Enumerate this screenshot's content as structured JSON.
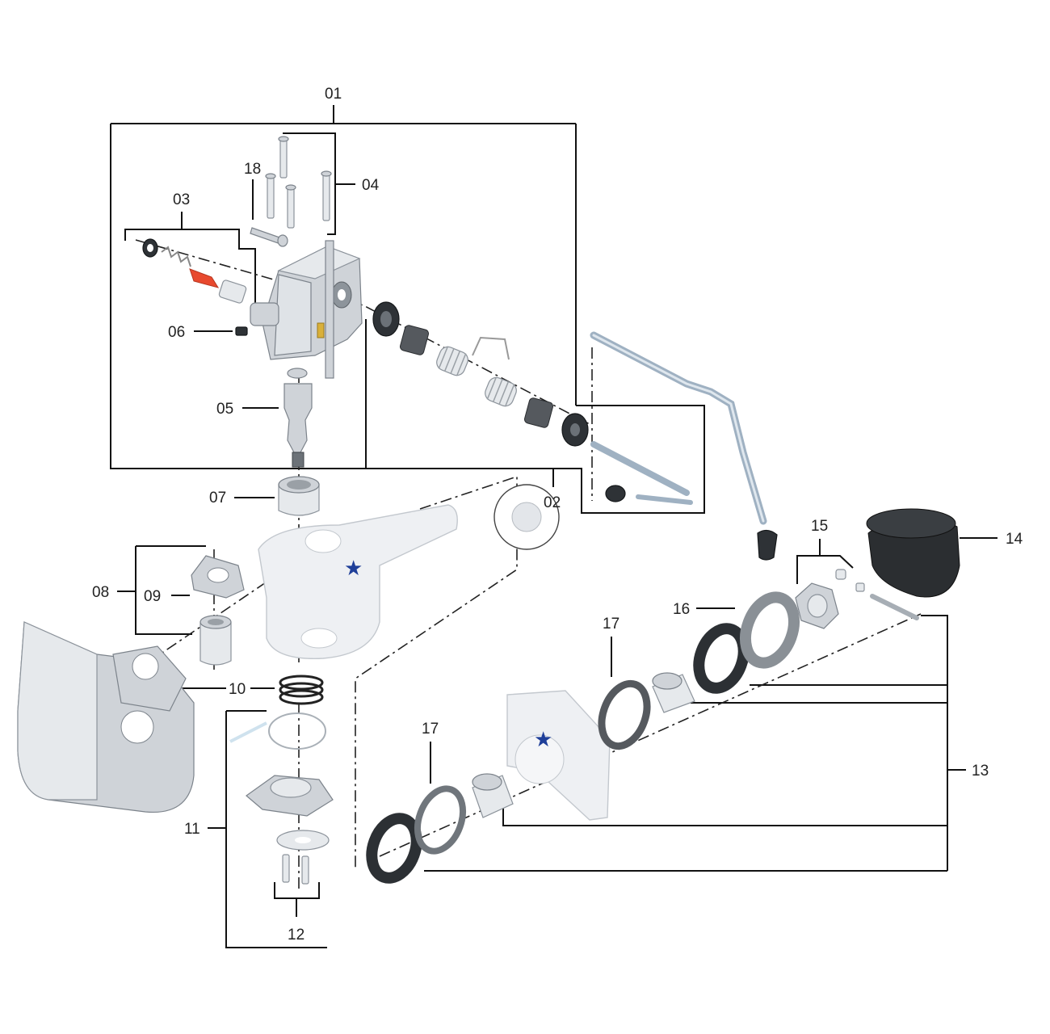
{
  "labels": {
    "p01": "01",
    "p02": "02",
    "p03": "03",
    "p04": "04",
    "p05": "05",
    "p06": "06",
    "p07": "07",
    "p08": "08",
    "p09": "09",
    "p10": "10",
    "p11": "11",
    "p12": "12",
    "p13": "13",
    "p14": "14",
    "p15": "15",
    "p16": "16",
    "p17a": "17",
    "p17b": "17",
    "p18": "18"
  },
  "colors": {
    "star": "#1f3f99",
    "lever": "#e8492e",
    "line": "#111111"
  },
  "icons": {
    "star_marker": "star-icon"
  }
}
